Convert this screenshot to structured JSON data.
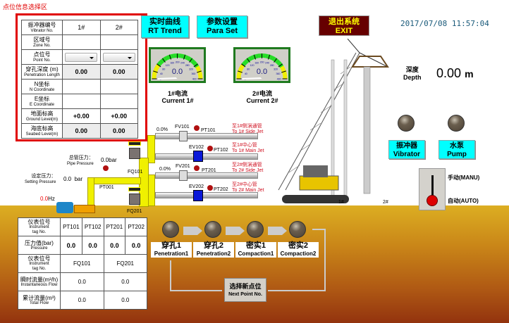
{
  "title": "点位信息选择区",
  "select_table": {
    "rows": [
      {
        "cn": "振冲器编号",
        "en": "Vibrator No.",
        "v1": "1#",
        "v2": "2#"
      },
      {
        "cn": "区域号",
        "en": "Zone No.",
        "v1": "",
        "v2": ""
      },
      {
        "cn": "点位号",
        "en": "Point No.",
        "v1": "",
        "v2": ""
      },
      {
        "cn": "穿孔深度 (m)",
        "en": "Penetration Length",
        "v1": "0.00",
        "v2": "0.00"
      },
      {
        "cn": "N坐标",
        "en": "N Coordinate",
        "v1": "",
        "v2": ""
      },
      {
        "cn": "E坐标",
        "en": "E Coordinate",
        "v1": "",
        "v2": ""
      },
      {
        "cn": "地面标高",
        "en": "Ground Level(m)",
        "v1": "+0.00",
        "v2": "+0.00"
      },
      {
        "cn": "海底标高",
        "en": "Seabed Level(m)",
        "v1": "0.00",
        "v2": "0.00"
      }
    ]
  },
  "buttons": {
    "rt_cn": "实时曲线",
    "rt_en": "RT Trend",
    "para_cn": "参数设置",
    "para_en": "Para Set",
    "exit_cn": "退出系统",
    "exit_en": "EXIT",
    "vib_cn": "振冲器",
    "vib_en": "Vibrator",
    "pump_cn": "水泵",
    "pump_en": "Pump",
    "next_cn": "选择新点位",
    "next_en": "Next Point No."
  },
  "datetime": "2017/07/08  11:57:04",
  "gauges": [
    {
      "value": "0.0",
      "cn": "1#电流",
      "en": "Current 1#"
    },
    {
      "value": "0.0",
      "cn": "2#电流",
      "en": "Current 2#"
    }
  ],
  "gauge_ticks": [
    "0",
    "40",
    "80",
    "120",
    "160",
    "200",
    "240",
    "280",
    "320",
    "360",
    "400"
  ],
  "depth": {
    "cn": "深度",
    "en": "Depth",
    "value": "0.00",
    "unit": "m"
  },
  "switch": {
    "manual": "手动(MANU)",
    "auto": "自动(AUTO)"
  },
  "process": {
    "pipe_pressure_cn": "总管压力：",
    "pipe_pressure_en": "Pipe Pressure",
    "pipe_pressure": "0.0bar",
    "setting_cn": "设定压力：",
    "setting_en": "Setting Pressure",
    "setting": "0.0  bar",
    "freq": "0.0",
    "freq_unit": "Hz",
    "pt001": "PT001",
    "fq101": "FQ101",
    "fq201": "FQ201",
    "fv101": "FV101",
    "fv201": "FV201",
    "fv101_pct": "0.0%",
    "fv201_pct": "0.0%",
    "ev102": "EV102",
    "ev202": "EV202",
    "pt101": "PT101",
    "pt102": "PT102",
    "pt201": "PT201",
    "pt202": "PT202",
    "dest1_cn": "至1#侧涡通管",
    "dest1_en": "To 1# Side Jet",
    "dest2_cn": "至1#中心管",
    "dest2_en": "To 1# Main Jet",
    "dest3_cn": "至2#侧涡通管",
    "dest3_en": "To 2# Side Jet",
    "dest4_cn": "至2#中心管",
    "dest4_en": "To 2# Main Jet",
    "crane1": "1#",
    "crane2": "2#"
  },
  "bottom_table": {
    "tag_cn": "仪表位号",
    "tag_en1": "Instrument",
    "tag_en2": "tag No.",
    "pt": [
      "PT101",
      "PT102",
      "PT201",
      "PT202"
    ],
    "press_cn": "压力值(bar)",
    "press_en": "Pressure",
    "press": [
      "0.0",
      "0.0",
      "0.0",
      "0.0"
    ],
    "fq": [
      "FQ101",
      "FQ201"
    ],
    "inst_cn": "瞬时流量(m³/h)",
    "inst_en": "Instantaneous Flow",
    "inst": [
      "0.0",
      "0.0"
    ],
    "total_cn": "累计流量(m³)",
    "total_en": "Total Flow",
    "total": [
      "0.0",
      "0.0"
    ]
  },
  "steps": [
    {
      "cn": "穿孔1",
      "en": "Penetration1"
    },
    {
      "cn": "穿孔2",
      "en": "Penetration2"
    },
    {
      "cn": "密实1",
      "en": "Compaction1"
    },
    {
      "cn": "密实2",
      "en": "Compaction2"
    }
  ]
}
